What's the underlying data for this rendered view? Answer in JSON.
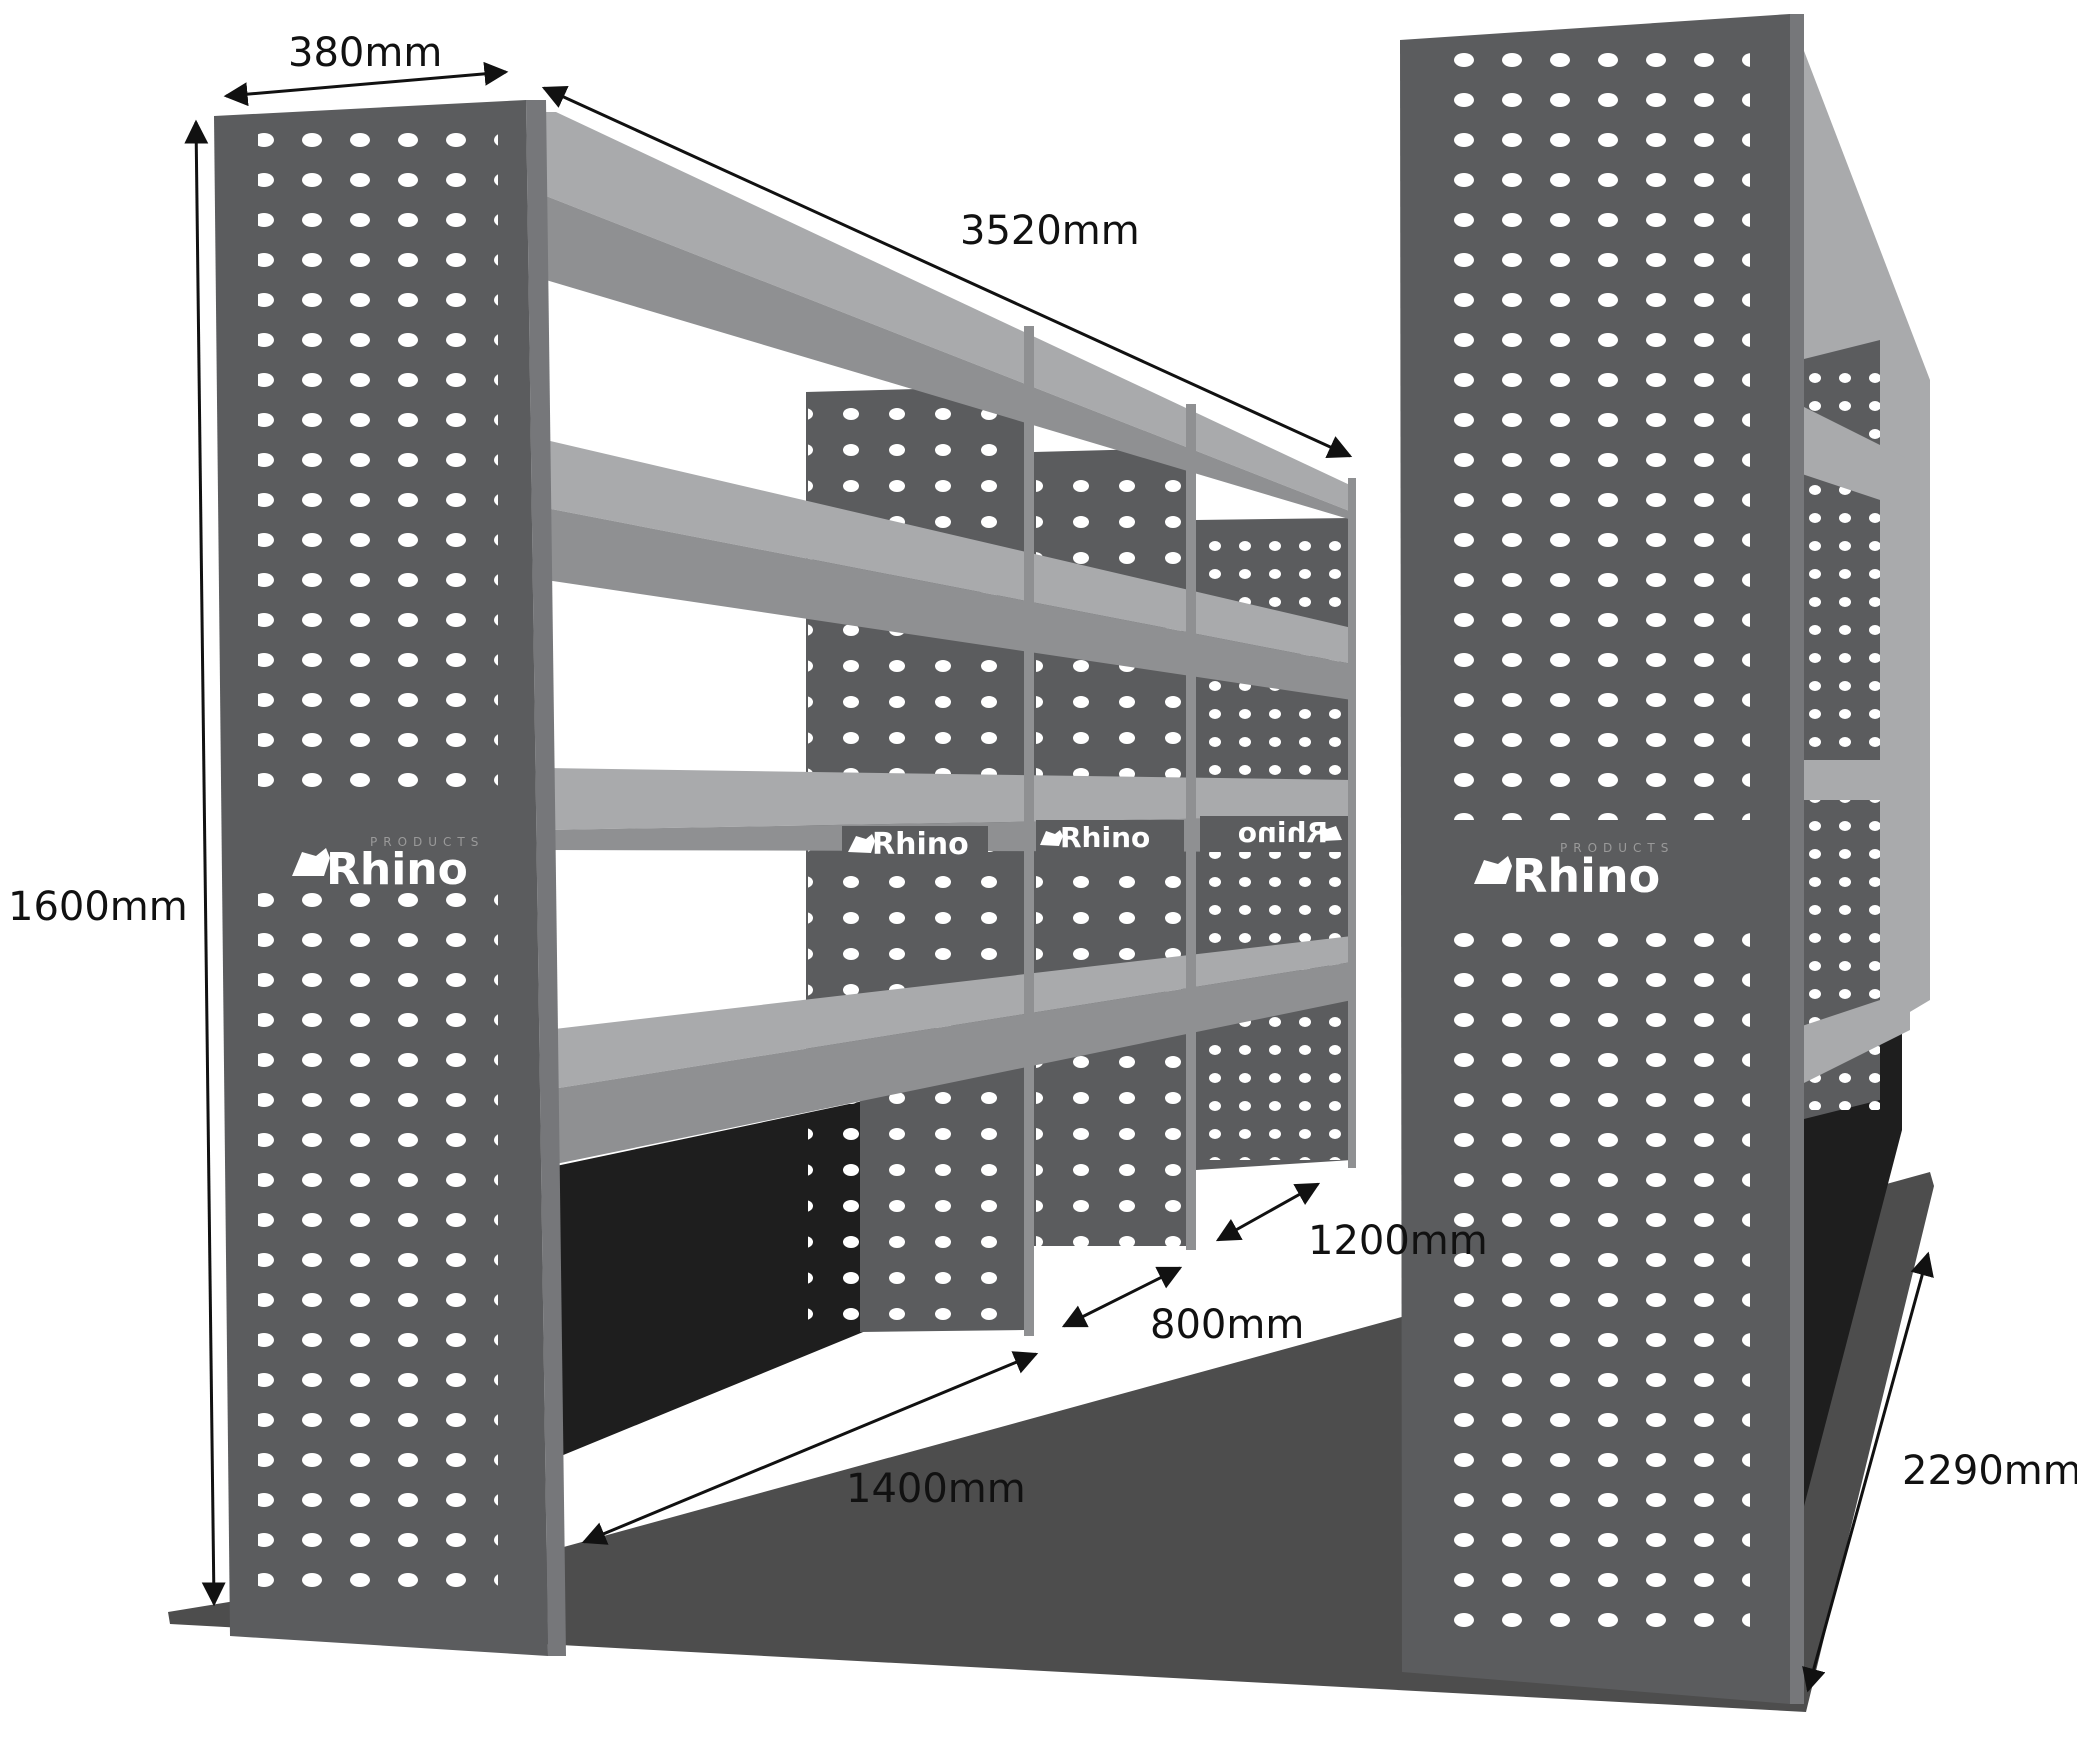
{
  "brand": {
    "name": "Rhino",
    "tagline": "PRODUCTS"
  },
  "dimensions": {
    "width": "380mm",
    "length": "3520mm",
    "height": "1600mm",
    "bay_1": "1400mm",
    "bay_2": "800mm",
    "bay_3": "1200mm",
    "floor_width": "2290mm"
  },
  "colors": {
    "panel": "#5b5c5e",
    "panel_edge": "#76777a",
    "shelf_top": "#a9aaac",
    "shelf_front": "#8f9092",
    "floor": "#4d4d4d",
    "under_shelf": "#1e1e1e",
    "hole": "#ffffff"
  }
}
